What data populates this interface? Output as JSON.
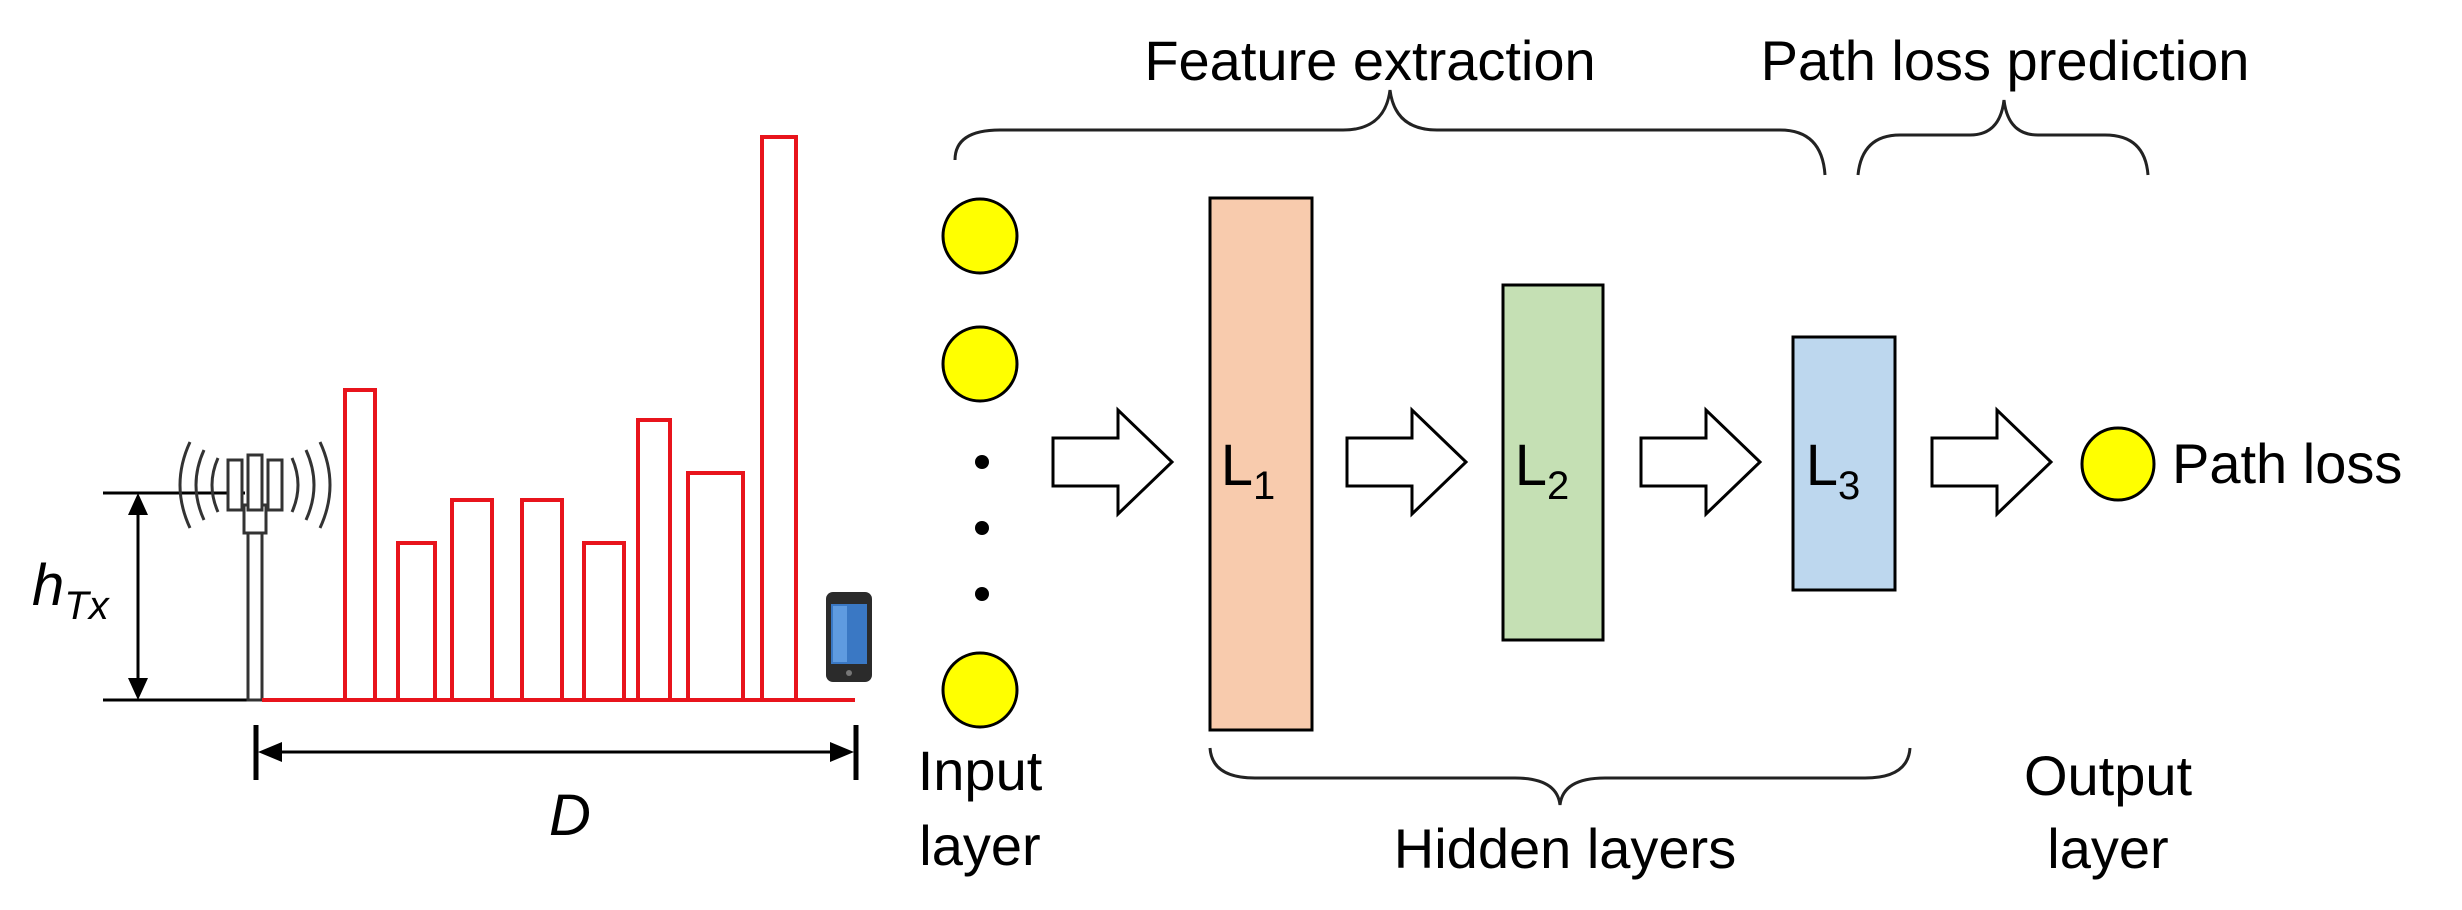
{
  "header": {
    "feature_extraction": "Feature extraction",
    "path_loss_prediction": "Path loss prediction"
  },
  "scene": {
    "height_symbol": "h",
    "height_subscript": "Tx",
    "distance_symbol": "D",
    "tower_icon": "cell-tower-icon",
    "phone_icon": "smartphone-icon",
    "building_color": "#e8141c"
  },
  "network": {
    "input_layer": {
      "line1": "Input",
      "line2": "layer",
      "node_color": "#ffff00"
    },
    "hidden_layers_label": "Hidden layers",
    "layers": [
      {
        "symbol": "L",
        "index": "1",
        "color": "#f8cbad"
      },
      {
        "symbol": "L",
        "index": "2",
        "color": "#c5e0b4"
      },
      {
        "symbol": "L",
        "index": "3",
        "color": "#bdd7ee"
      }
    ],
    "output_layer": {
      "line1": "Output",
      "line2": "layer",
      "node_label": "Path loss"
    }
  }
}
